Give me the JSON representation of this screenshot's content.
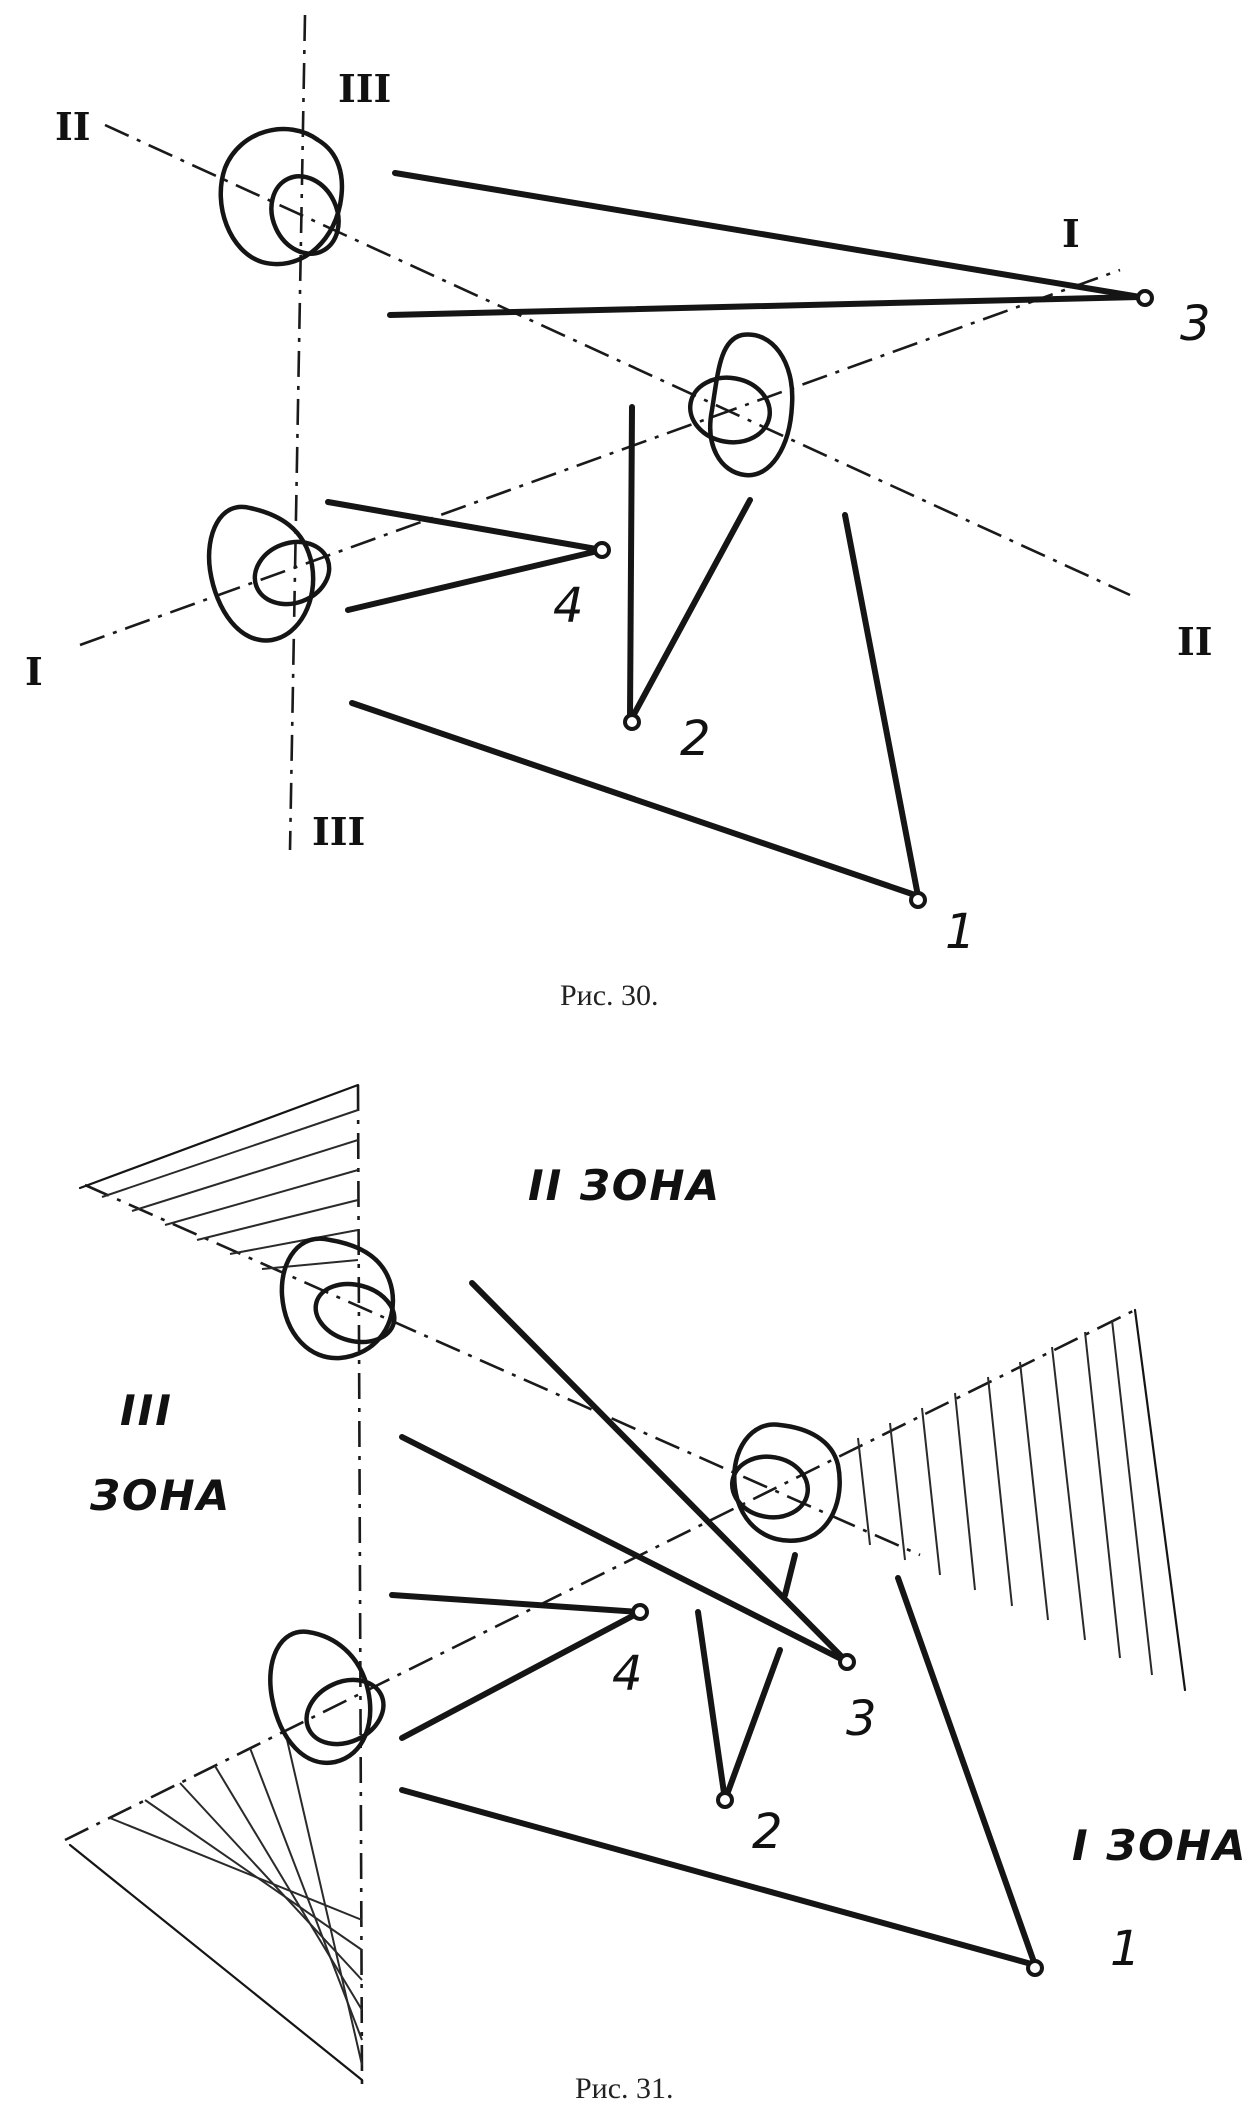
{
  "figure30": {
    "caption": "Рис. 30.",
    "positions": [
      "1",
      "2",
      "3",
      "4"
    ],
    "axes": [
      "I",
      "I",
      "II",
      "II",
      "III",
      "III"
    ]
  },
  "figure31": {
    "caption": "Рис. 31.",
    "positions": [
      "1",
      "2",
      "3",
      "4"
    ],
    "zones": {
      "zone1": "I ЗОНА",
      "zone2": "II ЗОНА",
      "zone3_numeral": "III",
      "zone3_word": "ЗОНА"
    }
  }
}
